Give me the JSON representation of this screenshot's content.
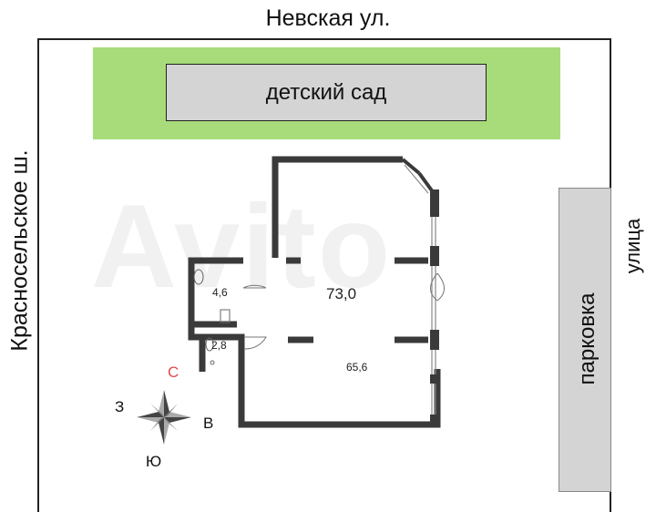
{
  "streets": {
    "top": "Невская ул.",
    "left": "Красносельское ш.",
    "right": "улица"
  },
  "zones": {
    "kindergarten": "детский сад",
    "parking": "парковка"
  },
  "areas": {
    "total": "73,0",
    "main_room": "65,6",
    "bathroom": "4,6",
    "wc": "2,8"
  },
  "compass": {
    "north": "С",
    "west": "З",
    "east": "В",
    "south": "Ю"
  },
  "watermark": "Avito",
  "colors": {
    "garden": "#a8dc7a",
    "building": "#d4d4d4",
    "wall": "#3a3a3a",
    "north_marker": "#e24a4a"
  }
}
